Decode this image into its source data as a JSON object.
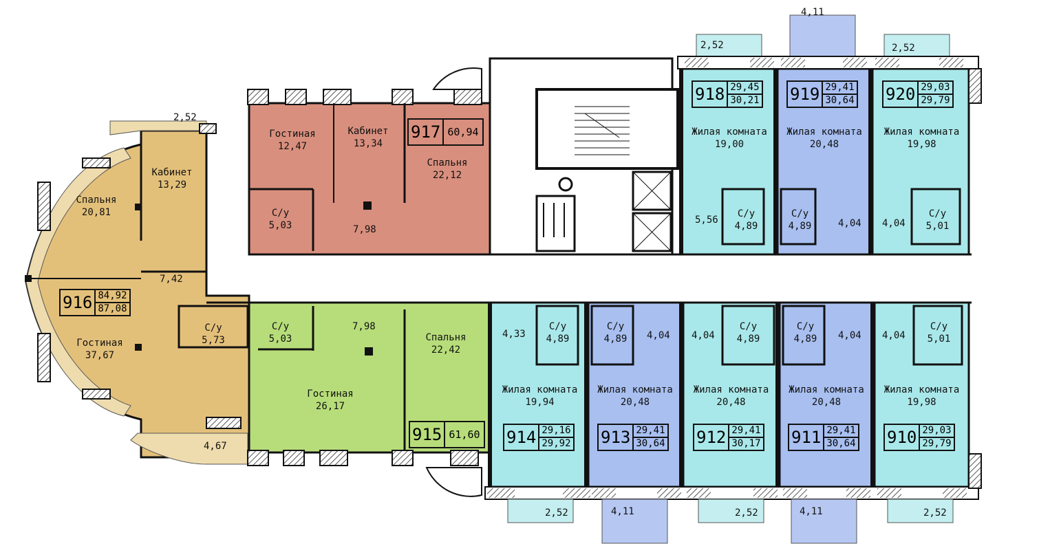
{
  "colors": {
    "wall": "#111111",
    "hatch": "#666666",
    "apt_916": "#e3c07a",
    "apt_917": "#d98f7e",
    "apt_915": "#b7dd7a",
    "studio_cyan": "#a9e8ea",
    "studio_blue": "#a8bff0",
    "balcony_cyan": "#c4eef0",
    "balcony_blue": "#b6c8f2",
    "balcony_tan": "#eedcae"
  },
  "apartments": [
    {
      "id": "916",
      "number": "916",
      "areas": [
        "84,92",
        "87,08"
      ],
      "rooms": [
        {
          "name": "Спальня",
          "area": "20,81"
        },
        {
          "name": "Кабинет",
          "area": "13,29"
        },
        {
          "name": "Гостиная",
          "area": "37,67"
        },
        {
          "name": "С/у",
          "area": "5,73"
        },
        {
          "name": "",
          "area": "7,42"
        }
      ],
      "balconies": [
        "2,52",
        "4,67"
      ]
    },
    {
      "id": "917",
      "number": "917",
      "areas": [
        "60,94"
      ],
      "rooms": [
        {
          "name": "Гостиная",
          "area": "12,47"
        },
        {
          "name": "Кабинет",
          "area": "13,34"
        },
        {
          "name": "Спальня",
          "area": "22,12"
        },
        {
          "name": "С/у",
          "area": "5,03"
        },
        {
          "name": "",
          "area": "7,98"
        }
      ]
    },
    {
      "id": "915",
      "number": "915",
      "areas": [
        "61,60"
      ],
      "rooms": [
        {
          "name": "С/у",
          "area": "5,03"
        },
        {
          "name": "",
          "area": "7,98"
        },
        {
          "name": "Спальня",
          "area": "22,42"
        },
        {
          "name": "Гостиная",
          "area": "26,17"
        }
      ]
    },
    {
      "id": "918",
      "number": "918",
      "areas": [
        "29,45",
        "30,21"
      ],
      "rooms": [
        {
          "name": "Жилая комната",
          "area": "19,00"
        },
        {
          "name": "С/у",
          "area": "4,89"
        },
        {
          "name": "",
          "area": "5,56"
        }
      ],
      "balcony": "2,52"
    },
    {
      "id": "919",
      "number": "919",
      "areas": [
        "29,41",
        "30,64"
      ],
      "rooms": [
        {
          "name": "Жилая комната",
          "area": "20,48"
        },
        {
          "name": "С/у",
          "area": "4,89"
        },
        {
          "name": "",
          "area": "4,04"
        }
      ],
      "balcony": "4,11"
    },
    {
      "id": "920",
      "number": "920",
      "areas": [
        "29,03",
        "29,79"
      ],
      "rooms": [
        {
          "name": "Жилая комната",
          "area": "19,98"
        },
        {
          "name": "С/у",
          "area": "5,01"
        },
        {
          "name": "",
          "area": "4,04"
        }
      ],
      "balcony": "2,52"
    },
    {
      "id": "914",
      "number": "914",
      "areas": [
        "29,16",
        "29,92"
      ],
      "rooms": [
        {
          "name": "Жилая комната",
          "area": "19,94"
        },
        {
          "name": "С/у",
          "area": "4,89"
        },
        {
          "name": "",
          "area": "4,33"
        }
      ],
      "balcony": "2,52"
    },
    {
      "id": "913",
      "number": "913",
      "areas": [
        "29,41",
        "30,64"
      ],
      "rooms": [
        {
          "name": "Жилая комната",
          "area": "20,48"
        },
        {
          "name": "С/у",
          "area": "4,89"
        },
        {
          "name": "",
          "area": "4,04"
        }
      ],
      "balcony": "4,11"
    },
    {
      "id": "912",
      "number": "912",
      "areas": [
        "29,41",
        "30,17"
      ],
      "rooms": [
        {
          "name": "Жилая комната",
          "area": "20,48"
        },
        {
          "name": "С/у",
          "area": "4,89"
        },
        {
          "name": "",
          "area": "4,04"
        }
      ],
      "balcony": "2,52"
    },
    {
      "id": "911",
      "number": "911",
      "areas": [
        "29,41",
        "30,64"
      ],
      "rooms": [
        {
          "name": "Жилая комната",
          "area": "20,48"
        },
        {
          "name": "С/у",
          "area": "4,89"
        },
        {
          "name": "",
          "area": "4,04"
        }
      ],
      "balcony": "4,11"
    },
    {
      "id": "910",
      "number": "910",
      "areas": [
        "29,03",
        "29,79"
      ],
      "rooms": [
        {
          "name": "Жилая комната",
          "area": "19,98"
        },
        {
          "name": "С/у",
          "area": "5,01"
        },
        {
          "name": "",
          "area": "4,04"
        }
      ],
      "balcony": "2,52"
    }
  ]
}
